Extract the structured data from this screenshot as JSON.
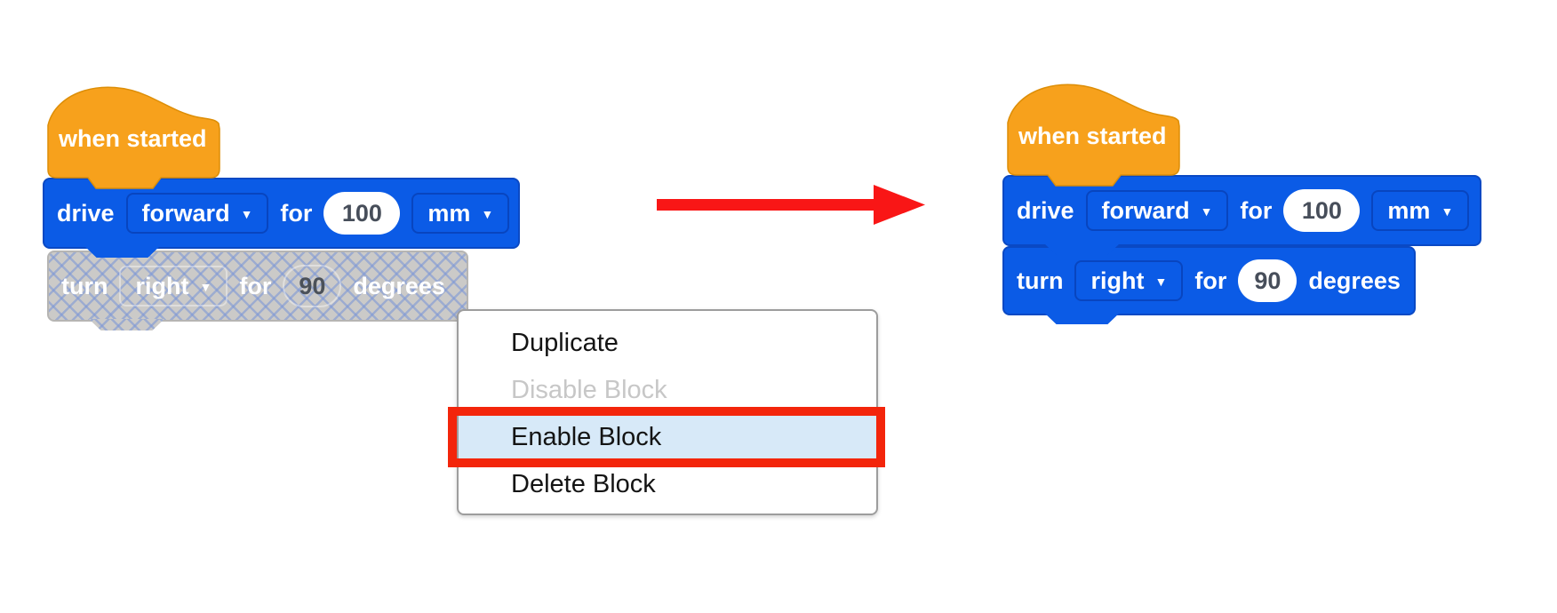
{
  "colors": {
    "block_blue": "#0b5be6",
    "block_blue_border": "#0a49c4",
    "hat_orange": "#f7a11c",
    "hat_orange_border": "#dd8e07",
    "disabled_gray": "#cbcac8",
    "disabled_lattice": "#7e98d6",
    "menu_highlight": "#d7e9f8",
    "annotation_red": "#f3250b",
    "arrow_red": "#f91616",
    "number_text": "#474e5a"
  },
  "left_stack": {
    "hat": {
      "label": "when started"
    },
    "drive_block": {
      "verb": "drive",
      "direction": "forward",
      "for_label": "for",
      "distance": "100",
      "unit": "mm"
    },
    "turn_block": {
      "verb": "turn",
      "direction": "right",
      "for_label": "for",
      "angle": "90",
      "unit": "degrees",
      "state": "disabled"
    }
  },
  "right_stack": {
    "hat": {
      "label": "when started"
    },
    "drive_block": {
      "verb": "drive",
      "direction": "forward",
      "for_label": "for",
      "distance": "100",
      "unit": "mm"
    },
    "turn_block": {
      "verb": "turn",
      "direction": "right",
      "for_label": "for",
      "angle": "90",
      "unit": "degrees",
      "state": "enabled"
    }
  },
  "context_menu": {
    "items": [
      {
        "label": "Duplicate",
        "state": "normal"
      },
      {
        "label": "Disable Block",
        "state": "disabled"
      },
      {
        "label": "Enable Block",
        "state": "highlighted"
      },
      {
        "label": "Delete Block",
        "state": "normal"
      }
    ]
  },
  "arrow": {
    "direction": "right"
  }
}
